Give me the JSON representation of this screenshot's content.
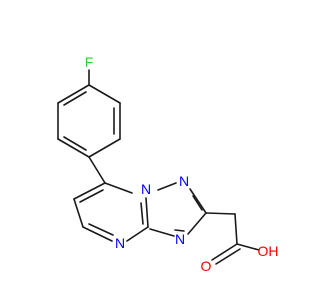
{
  "molecule": {
    "colors": {
      "bond": "#1a1a1a",
      "nitrogen": "#0000ff",
      "oxygen": "#ff0000",
      "fluorine": "#33cc33"
    },
    "atoms": {
      "fluorine": "F",
      "n_bridge": "N",
      "n_triazole_top": "N",
      "n_triazole_right": "N",
      "n_pyrimidine": "N",
      "o_carbonyl": "O",
      "oh": "OH"
    }
  }
}
